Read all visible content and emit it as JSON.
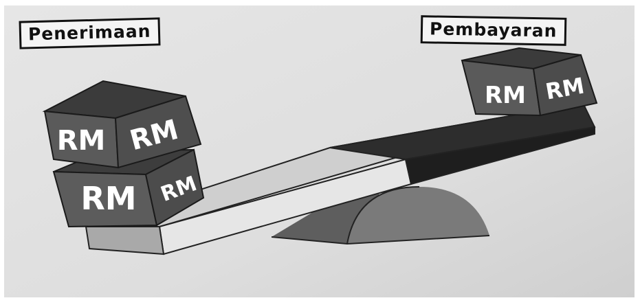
{
  "labels": {
    "left": "Penerimaan",
    "right": "Pembayaran"
  },
  "blocks": {
    "face_text": "RM"
  },
  "colors": {
    "paper": "#e2e2e2",
    "block_face": "#5a5a5a",
    "block_top": "#3c3c3c",
    "block_side": "#4a4a4a",
    "plank_light": "#d9d9d9",
    "plank_dark": "#2a2a2a",
    "fulcrum": "#6a6a6a",
    "label_border": "#111111"
  }
}
